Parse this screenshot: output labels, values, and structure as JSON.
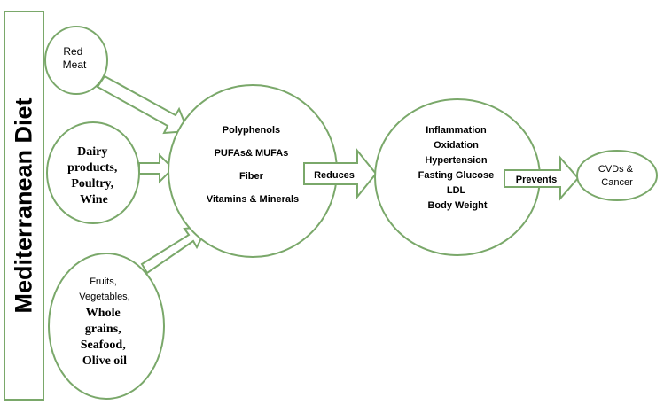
{
  "title": "Mediterranean Diet",
  "nodes": {
    "red_meat": [
      "Red",
      "Meat"
    ],
    "dairy": [
      "Dairy",
      "products,",
      "Poultry,",
      "Wine"
    ],
    "fruits_line1": [
      "Fruits,",
      "Vegetables,"
    ],
    "fruits_line2": [
      "Whole",
      "grains,",
      "Seafood,",
      "Olive oil"
    ],
    "nutrients": [
      "Polyphenols",
      "PUFAs& MUFAs",
      "Fiber",
      "Vitamins & Minerals"
    ],
    "risk_factors": [
      "Inflammation",
      "Oxidation",
      "Hypertension",
      "Fasting Glucose",
      "LDL",
      "Body Weight"
    ],
    "outcome": [
      "CVDs &",
      "Cancer"
    ]
  },
  "arrows": {
    "reduces": "Reduces",
    "prevents": "Prevents"
  },
  "colors": {
    "outline": "#7aa86a",
    "text": "#000000",
    "background": "#ffffff"
  }
}
